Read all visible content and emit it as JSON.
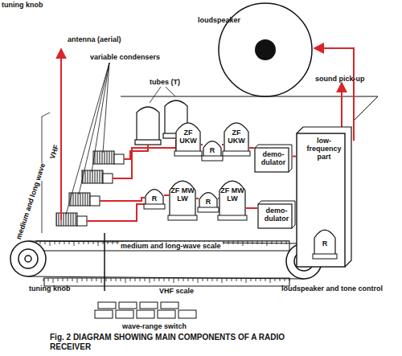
{
  "diagram": {
    "caption": "Fig. 2 DIAGRAM SHOWING MAIN COMPONENTS OF A RADIO RECEIVER",
    "nodes": [
      {
        "text": [
          "ZF UKW"
        ]
      },
      {
        "text": [
          "R"
        ]
      },
      {
        "text": [
          "ZF UKW"
        ]
      },
      {
        "text": [
          "demo- dulator"
        ]
      },
      {
        "text": [
          "R"
        ]
      },
      {
        "text": [
          "ZF MW LW"
        ]
      },
      {
        "text": [
          "R"
        ]
      },
      {
        "text": [
          "ZF MW LW"
        ]
      },
      {
        "text": [
          "demo- dulator"
        ]
      },
      {
        "text": [
          "low- frequency part"
        ]
      },
      {
        "text": [
          "R"
        ],
        "in": 9
      }
    ],
    "edges": [
      {
        "from": 0,
        "to": 1,
        "arrow": "none"
      },
      {
        "from": 1,
        "to": 2,
        "arrow": "none"
      },
      {
        "from": 2,
        "to": 3,
        "arrow": "none"
      },
      {
        "from": 3,
        "to": 9,
        "arrow": "none"
      },
      {
        "from": 4,
        "to": 5,
        "arrow": "none"
      },
      {
        "from": 5,
        "to": 6,
        "arrow": "none"
      },
      {
        "from": 6,
        "to": 7,
        "arrow": "none"
      },
      {
        "from": 7,
        "to": 8,
        "arrow": "none"
      },
      {
        "from": 8,
        "to": 9,
        "arrow": "none"
      }
    ],
    "labels": [
      "tuning knob",
      "antenna (aerial)",
      "variable condensers",
      "tubes (T)",
      "loudspeaker",
      "sound pick-up",
      "VHF",
      "medium and long wave",
      "medium and long-wave scale",
      "VHF scale",
      "tuning knob",
      "loudspeaker and tone control",
      "wave-range switch"
    ]
  }
}
